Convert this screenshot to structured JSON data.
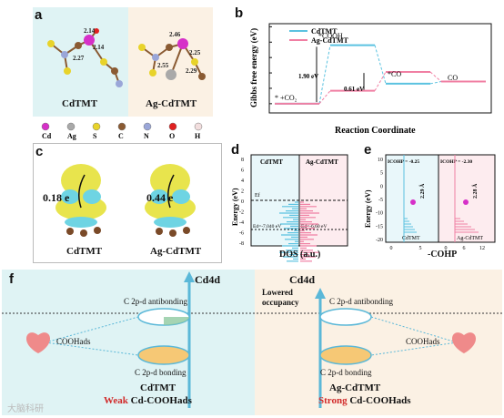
{
  "figure": {
    "watermark": "大脑科研",
    "panel_a": {
      "label": "a",
      "left_caption": "CdTMT",
      "right_caption": "Ag-CdTMT",
      "left_bond_labels": [
        "2.27",
        "2.14",
        "2.14"
      ],
      "right_bond_labels": [
        "2.46",
        "2.55",
        "2.29",
        "2.25"
      ],
      "legend": [
        "Cd",
        "Ag",
        "S",
        "C",
        "N",
        "O",
        "H"
      ],
      "legend_colors": [
        "#d630c8",
        "#a9a9a9",
        "#e8d32a",
        "#8a5a32",
        "#9aa6d8",
        "#e02020",
        "#f2dede"
      ]
    },
    "panel_b": {
      "label": "b",
      "chart_data": {
        "type": "line",
        "ylabel": "Gibbs free energy (eV)",
        "xlabel": "Reaction Coordinate",
        "ylim": [
          -0.3,
          2.6
        ],
        "yticks": [
          0.0,
          0.5,
          1.0,
          1.5,
          2.0,
          2.5
        ],
        "states": [
          "* +CO₂",
          "*COOH",
          "*CO",
          "CO"
        ],
        "series": [
          {
            "name": "CdTMT",
            "color": "#5bc2e0",
            "values": [
              0.0,
              1.9,
              0.65,
              0.72
            ]
          },
          {
            "name": "Ag-CdTMT",
            "color": "#f07fa3",
            "values": [
              0.0,
              0.42,
              1.03,
              0.72
            ]
          }
        ],
        "annotations": [
          "1.90 eV",
          "0.61 eV"
        ]
      }
    },
    "panel_c": {
      "label": "c",
      "left_value": "0.18 e",
      "right_value": "0.44 e",
      "left_caption": "CdTMT",
      "right_caption": "Ag-CdTMT"
    },
    "panel_d": {
      "label": "d",
      "left_title": "CdTMT",
      "right_title": "Ag-CdTMT",
      "ylabel": "Energy (eV)",
      "xlabel": "DOS (a.u.)",
      "yticks": [
        "8",
        "6",
        "4",
        "2",
        "0",
        "-2",
        "-4",
        "-6",
        "-8"
      ],
      "ef_label": "Ef",
      "ed_left": "Ed=-7.040 eV",
      "ed_right": "Ed=-6.60 eV"
    },
    "panel_e": {
      "label": "e",
      "left_title": "ICOHP = -0.25",
      "right_title": "ICOHP = -2.30",
      "ylabel": "Energy (eV)",
      "xlabel": "-COHP",
      "yticks": [
        "10",
        "5",
        "0",
        "-5",
        "-10",
        "-15",
        "-20"
      ],
      "xticks": [
        "0",
        "5",
        "0",
        "6",
        "12"
      ],
      "left_dist": "2.29 Å",
      "right_dist": "2.28 Å",
      "left_name": "CdTMT",
      "right_name": "Ag-CdTMT"
    },
    "panel_f": {
      "label": "f",
      "left_axis_label": "Cd4d",
      "right_axis_label": "Cd4d",
      "left_antibonding": "C 2p-d antibonding",
      "left_bonding": "C 2p-d bonding",
      "right_antibonding": "C 2p-d antibonding",
      "right_bonding": "C 2p-d bonding",
      "lowered": "Lowered occupancy",
      "left_ads": "COOHads",
      "right_ads": "COOHads",
      "left_name": "CdTMT",
      "right_name": "Ag-CdTMT",
      "left_strength": "Weak",
      "right_strength": "Strong",
      "bond_text": "Cd-COOHads"
    }
  }
}
